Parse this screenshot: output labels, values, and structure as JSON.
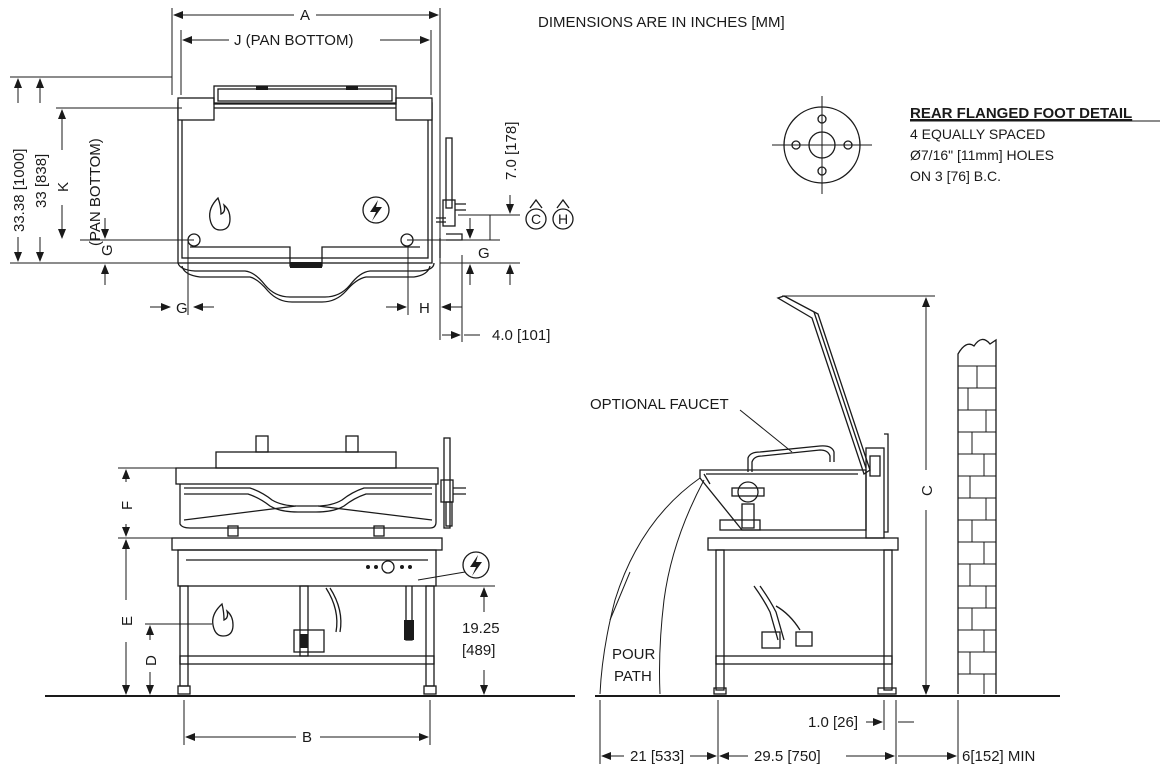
{
  "header": {
    "note": "DIMENSIONS ARE IN INCHES [MM]"
  },
  "detail": {
    "title": "REAR FLANGED FOOT DETAIL",
    "lines": [
      "4 EQUALLY SPACED",
      "Ø7/16\" [11mm] HOLES",
      "ON 3 [76] B.C."
    ]
  },
  "top_view": {
    "dim_a": "A",
    "dim_j": "J (PAN BOTTOM)",
    "dim_overall_height": "33.38 [1000]",
    "dim_height_33": "33 [838]",
    "dim_k": "K",
    "dim_k_sub": "(PAN BOTTOM)",
    "dim_g_left": "G",
    "dim_g_bottom": "G",
    "dim_g_right": "G",
    "dim_h": "H",
    "dim_7": "7.0 [178]",
    "dim_4": "4.0 [101]",
    "symbol_c": "C",
    "symbol_h": "H"
  },
  "front_view": {
    "dim_f": "F",
    "dim_e": "E",
    "dim_d": "D",
    "dim_b": "B",
    "dim_19_a": "19.25",
    "dim_19_b": "[489]"
  },
  "side_view": {
    "optional_faucet": "OPTIONAL FAUCET",
    "pour_1": "POUR",
    "pour_2": "PATH",
    "dim_c": "C",
    "dim_1": "1.0 [26]",
    "dim_21": "21 [533]",
    "dim_29": "29.5 [750]",
    "dim_6": "6[152] MIN"
  }
}
